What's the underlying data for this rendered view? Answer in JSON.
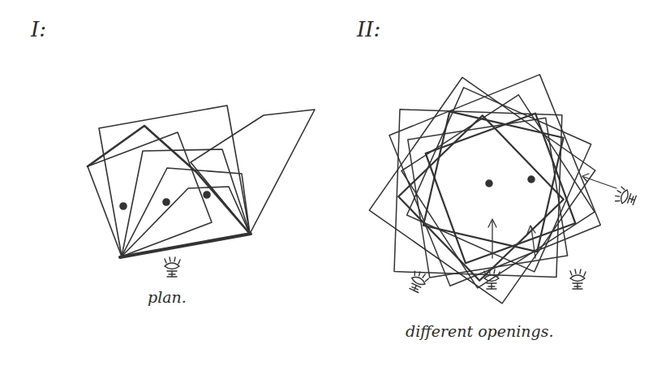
{
  "diagram": {
    "labels": [
      "I:",
      "II:",
      "plan.",
      "different openings."
    ]
  }
}
